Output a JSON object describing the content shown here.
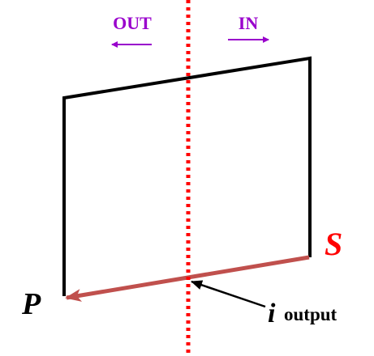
{
  "labels": {
    "out": "OUT",
    "in": "IN",
    "s": "S",
    "p": "P",
    "i": "i",
    "output": "output"
  },
  "colors": {
    "direction_text": "#9900cc",
    "dotted_line": "#ff0000",
    "outline": "#000000",
    "output_arrow": "#c0504d",
    "s_label": "#ff0000",
    "p_label": "#000000"
  },
  "icons": {
    "out_arrow": "arrow-left-icon",
    "in_arrow": "arrow-right-icon",
    "pointer": "arrow-pointer-icon"
  }
}
